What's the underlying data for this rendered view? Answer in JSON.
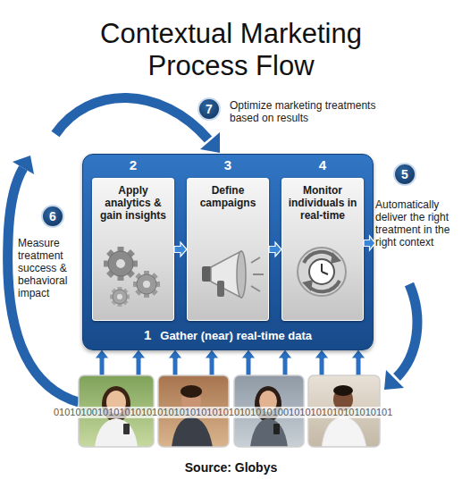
{
  "diagram": {
    "title": "Contextual Marketing Process Flow",
    "caption": "Source: Globys",
    "nodes": [
      {
        "text": [
          "1",
          "Gather (near) real-time data"
        ]
      },
      {
        "text": [
          "2",
          "Apply analytics & gain insights"
        ],
        "in": 0
      },
      {
        "text": [
          "3",
          "Define campaigns"
        ],
        "in": 0
      },
      {
        "text": [
          "4",
          "Monitor individuals in real-time"
        ],
        "in": 0
      },
      {
        "text": [
          "5",
          "Automatically deliver the right treatment in the right context"
        ]
      },
      {
        "text": [
          "6",
          "Measure treatment success & behavioral impact"
        ]
      },
      {
        "text": [
          "7",
          "Optimize marketing treatments based on results"
        ]
      }
    ],
    "edges": [
      {
        "from": 1,
        "to": 2,
        "arrow": "to"
      },
      {
        "from": 2,
        "to": 3,
        "arrow": "to"
      },
      {
        "from": 3,
        "to": 4,
        "arrow": "to"
      }
    ],
    "labels": [
      "01010100101010101010101010101010101010101001010101010101010101"
    ]
  }
}
